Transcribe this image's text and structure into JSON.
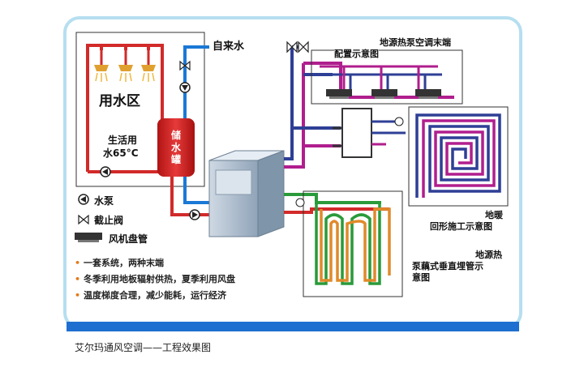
{
  "diagram": {
    "labels": {
      "tap_water": "自来水",
      "water_zone": "用水区",
      "domestic_water": "生活用",
      "domestic_temp": "水65°C",
      "tank": [
        "储",
        "水",
        "罐"
      ],
      "ground_source_terminal": "地源热泵空调末端",
      "config_diagram": "配置示意图",
      "floor_heating": "地暖",
      "spiral_diagram": "回形施工示意图",
      "ground_source_heat": "地源热",
      "lotus_pipe": "泵藕式垂直埋管示",
      "diagram_suffix": "意图"
    },
    "legend": [
      {
        "icon": "pump-icon",
        "label": "水泵"
      },
      {
        "icon": "valve-icon",
        "label": "截止阀"
      },
      {
        "icon": "fan-coil-icon",
        "label": "风机盘管"
      }
    ],
    "features": [
      "一套系统，两种末端",
      "冬季利用地板辐射供热，夏季利用风盘",
      "温度梯度合理，减少能耗，运行经济"
    ],
    "colors": {
      "hot": "#d22a2a",
      "cold": "#1a78d6",
      "purple": "#b01e8e",
      "navy": "#2e3f96",
      "green": "#2a9a3a",
      "orange": "#e08a2a",
      "tank": "#d21f1f",
      "panel_border": "#b6dff0",
      "bottom_bar": "#1e6fd0"
    }
  },
  "caption": "艾尔玛通风空调——工程效果图"
}
